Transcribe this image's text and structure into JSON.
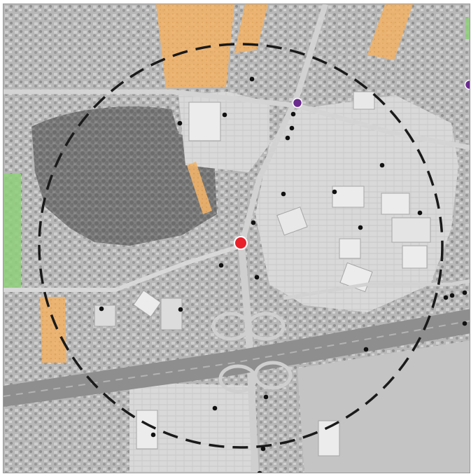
{
  "map": {
    "type": "aerial-imagery-radius-map",
    "colors": {
      "background_imagery": "#b5b5b5",
      "dense_trees": "#7d7d7d",
      "mall_lots": "#e2e2e2",
      "highway": "#8e8e8e",
      "zone_orange": "#f0b36a",
      "zone_green": "#8fd07a",
      "radius_ring": "#1a1a1a",
      "center_marker": "#e8202a",
      "poi_black": "#111111",
      "poi_purple": "#6a2a8e"
    },
    "center_marker_name": "center-location-marker",
    "radius_ring_name": "radius-ring"
  }
}
